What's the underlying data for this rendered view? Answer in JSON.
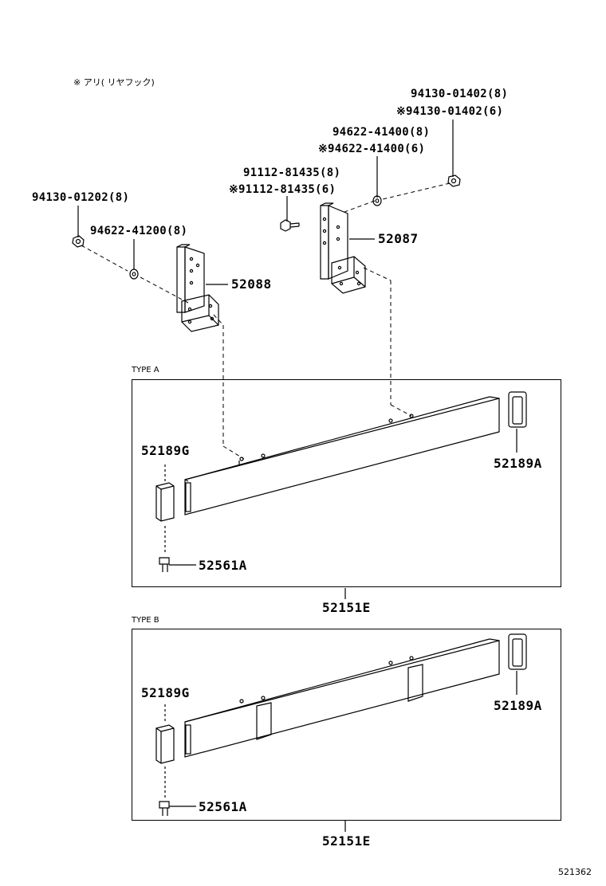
{
  "note": "※ アリ( リヤフック)",
  "labels": {
    "p94130_01402_8": "94130-01402(8)",
    "p94130_01402_6": "※94130-01402(6)",
    "p94622_41400_8": "94622-41400(8)",
    "p94622_41400_6": "※94622-41400(6)",
    "p91112_81435_8": "91112-81435(8)",
    "p91112_81435_6": "※91112-81435(6)",
    "p94130_01202_8": "94130-01202(8)",
    "p94622_41200_8": "94622-41200(8)",
    "p52087": "52087",
    "p52088": "52088"
  },
  "type_a": {
    "title": "TYPE A",
    "left_cap": "52189G",
    "right_cap": "52189A",
    "bolt": "52561A",
    "part": "52151E"
  },
  "type_b": {
    "title": "TYPE B",
    "left_cap": "52189G",
    "right_cap": "52189A",
    "bolt": "52561A",
    "part": "52151E"
  },
  "diagram_id": "521362"
}
